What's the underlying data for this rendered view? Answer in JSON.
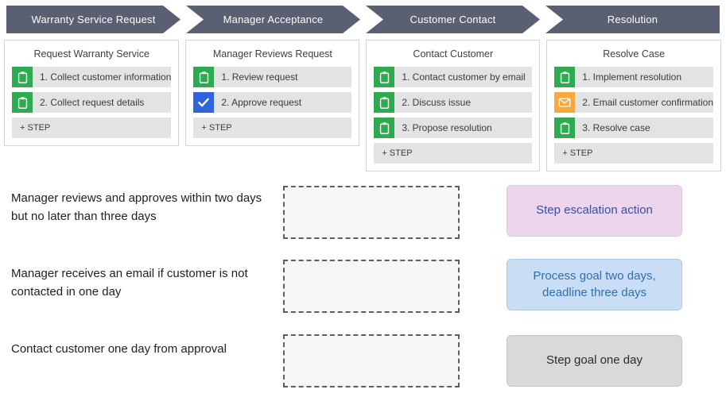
{
  "phases": [
    {
      "label": "Warranty Service Request"
    },
    {
      "label": "Manager Acceptance"
    },
    {
      "label": "Customer Contact"
    },
    {
      "label": "Resolution"
    }
  ],
  "cards": [
    {
      "title": "Request Warranty Service",
      "steps": [
        {
          "label": "1. Collect customer information",
          "icon": "clipboard-icon",
          "icon_color": "#2eab51"
        },
        {
          "label": "2. Collect request details",
          "icon": "clipboard-icon",
          "icon_color": "#2eab51"
        }
      ],
      "add_step": "+ STEP"
    },
    {
      "title": "Manager Reviews Request",
      "steps": [
        {
          "label": "1. Review request",
          "icon": "clipboard-icon",
          "icon_color": "#2eab51"
        },
        {
          "label": "2. Approve request",
          "icon": "check-icon",
          "icon_color": "#2d65dc"
        }
      ],
      "add_step": "+ STEP"
    },
    {
      "title": "Contact Customer",
      "steps": [
        {
          "label": "1. Contact customer by email",
          "icon": "clipboard-icon",
          "icon_color": "#2eab51"
        },
        {
          "label": "2. Discuss issue",
          "icon": "clipboard-icon",
          "icon_color": "#2eab51"
        },
        {
          "label": "3. Propose resolution",
          "icon": "clipboard-icon",
          "icon_color": "#2eab51"
        }
      ],
      "add_step": "+ STEP"
    },
    {
      "title": "Resolve Case",
      "steps": [
        {
          "label": "1. Implement resolution",
          "icon": "clipboard-icon",
          "icon_color": "#2eab51"
        },
        {
          "label": "2. Email customer confirmation",
          "icon": "envelope-icon",
          "icon_color": "#f8a93d"
        },
        {
          "label": "3. Resolve case",
          "icon": "clipboard-icon",
          "icon_color": "#2eab51"
        }
      ],
      "add_step": "+ STEP"
    }
  ],
  "matching": {
    "rows": [
      {
        "prompt": "Manager reviews and approves within two days but no later than three days",
        "answer": "Step escalation action",
        "answer_bg": "#ecd5ed",
        "answer_text_color": "#3a4f9e"
      },
      {
        "prompt": "Manager receives an email if customer is not contacted in one day",
        "answer": "Process goal two days, deadline three days",
        "answer_bg": "#c9def4",
        "answer_text_color": "#2e6fb2"
      },
      {
        "prompt": "Contact customer one day from approval",
        "answer": "Step goal one day",
        "answer_bg": "#d9d9d9",
        "answer_text_color": "#2b2b2b"
      }
    ]
  },
  "colors": {
    "phase_bar": "#5a5f72",
    "step_row_bg": "#e3e3e3",
    "green_icon": "#2eab51",
    "blue_icon": "#2d65dc",
    "orange_icon": "#f8a93d"
  }
}
